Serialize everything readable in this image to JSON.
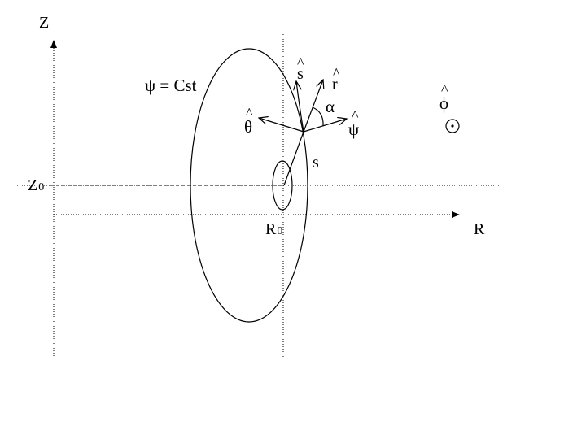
{
  "axes": {
    "z_label": "Z",
    "r_label": "R",
    "z0_main": "Z",
    "z0_sub": "0",
    "r0_main": "R",
    "r0_sub": "0"
  },
  "labels": {
    "psi_cst": "ψ = Cst",
    "s_hat": "s",
    "r_hat": "r",
    "alpha": "α",
    "theta_hat": "θ",
    "psi_hat": "ψ",
    "phi_hat": "ϕ",
    "s": "s",
    "hat": "^",
    "out_of_page": "⊙"
  }
}
